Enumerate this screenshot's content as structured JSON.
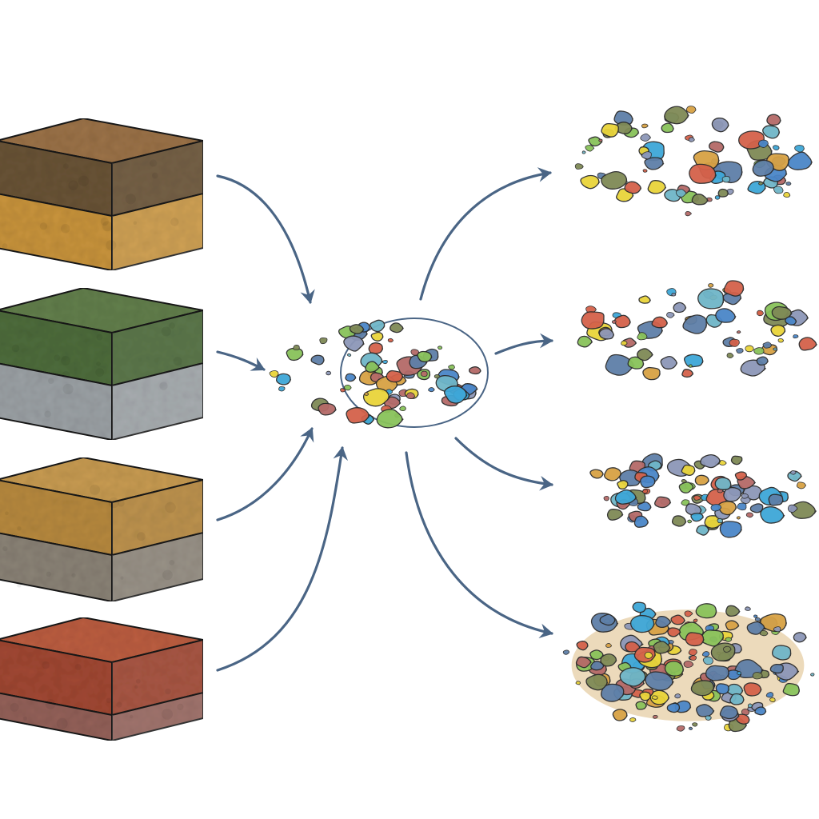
{
  "palette": {
    "background": "#ffffff",
    "arrow": "#4a6585",
    "outline": "#1e1e1e",
    "particles": [
      "#3ea7d8",
      "#e9d43a",
      "#7f8a56",
      "#d4614a",
      "#6fb6c8",
      "#d8a244",
      "#8d97b8",
      "#89c25a",
      "#5e7fa8",
      "#b56a68",
      "#4a86c8"
    ],
    "mixture_fill": "#e6cda4"
  },
  "icons": {
    "soil_sample": "layered-soil-block-icon",
    "particle_cluster": "particle-cluster-icon",
    "flow_arrow": "curved-arrow-icon"
  },
  "soil_samples": [
    {
      "name": "brown-over-sand",
      "top_color": "#9c7348",
      "upper_color": "#6b5438",
      "lower_color": "#c9943e"
    },
    {
      "name": "green-over-gray",
      "top_color": "#63804e",
      "upper_color": "#4f6d3c",
      "lower_color": "#9ca2a6"
    },
    {
      "name": "tan-over-gray",
      "top_color": "#c99c52",
      "upper_color": "#b88a40",
      "lower_color": "#8b8377"
    },
    {
      "name": "red-over-mauve",
      "top_color": "#bd5f42",
      "upper_color": "#a24a35",
      "lower_color": "#94625a"
    }
  ],
  "particle_groups": [
    {
      "name": "group-1",
      "count": 70,
      "sand": false
    },
    {
      "name": "group-2",
      "count": 62,
      "sand": false
    },
    {
      "name": "group-3",
      "count": 80,
      "sand": false
    },
    {
      "name": "group-4",
      "count": 150,
      "sand": true
    }
  ]
}
